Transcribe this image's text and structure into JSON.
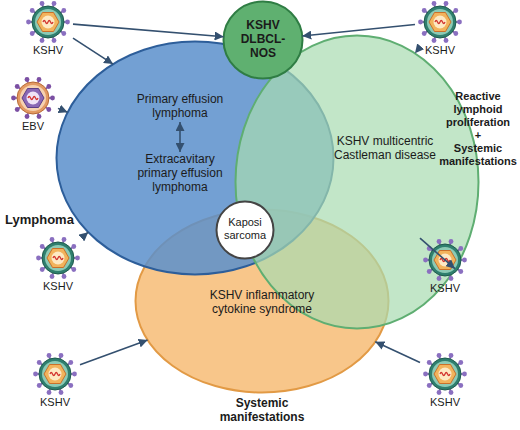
{
  "diagram": {
    "nodes": [
      {
        "text": [
          "KSHV"
        ]
      },
      {
        "text": [
          "KSHV DLBCL-NOS"
        ]
      },
      {
        "text": [
          "KSHV"
        ]
      },
      {
        "text": [
          "EBV"
        ]
      },
      {
        "text": [
          "Lymphoma"
        ]
      },
      {
        "text": [
          "Primary effusion lymphoma"
        ],
        "in": 4
      },
      {
        "text": [
          "Extracavitary primary effusion lymphoma"
        ],
        "in": 4
      },
      {
        "text": [
          "KSHV multicentric Castleman disease",
          "Reactive lymphoid proliferation + Systemic manifestations"
        ]
      },
      {
        "text": [
          "Kaposi sarcoma"
        ]
      },
      {
        "text": [
          "KSHV"
        ]
      },
      {
        "text": [
          "KSHV"
        ]
      },
      {
        "text": [
          "KSHV inflammatory cytokine syndrome",
          "Systemic manifestations"
        ]
      },
      {
        "text": [
          "KSHV"
        ]
      },
      {
        "text": [
          "KSHV"
        ]
      }
    ],
    "edges": [
      {
        "from": 0,
        "to": 1,
        "arrow": "to"
      },
      {
        "from": 0,
        "to": 4,
        "arrow": "to"
      },
      {
        "from": 2,
        "to": 1,
        "arrow": "to"
      },
      {
        "from": 2,
        "to": 7,
        "arrow": "to"
      },
      {
        "from": 3,
        "to": 4,
        "arrow": "to"
      },
      {
        "from": 5,
        "to": 6,
        "arrow": "both"
      },
      {
        "from": 9,
        "to": 4,
        "arrow": "to"
      },
      {
        "from": 10,
        "to": 7,
        "arrow": "to"
      },
      {
        "from": 12,
        "to": 11,
        "arrow": "to"
      },
      {
        "from": 13,
        "to": 11,
        "arrow": "to"
      }
    ]
  }
}
